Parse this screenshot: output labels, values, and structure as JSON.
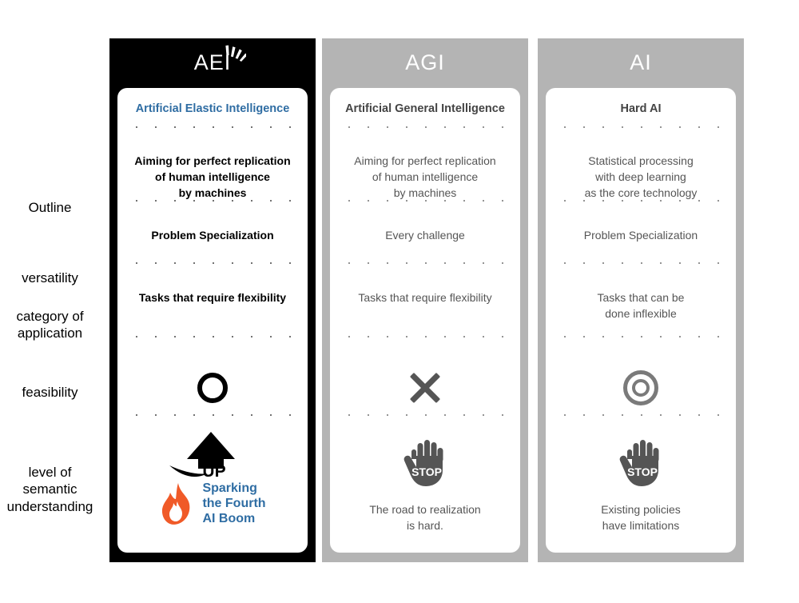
{
  "row_labels": [
    {
      "id": "outline",
      "label": "Outline"
    },
    {
      "id": "versatility",
      "label": "versatility"
    },
    {
      "id": "category",
      "label": "category of\napplication"
    },
    {
      "id": "feasibility",
      "label": "feasibility"
    },
    {
      "id": "level",
      "label": "level of\nsemantic\nunderstanding"
    }
  ],
  "colors": {
    "aei_panel": "#000000",
    "other_panel": "#b4b4b4",
    "card": "#ffffff",
    "accent_blue": "#2f6da3",
    "flame_orange": "#f05a28",
    "muted_text": "#555555",
    "icon_gray": "#555555",
    "double_circle_gray": "#7a7a7a"
  },
  "columns": [
    {
      "id": "aei",
      "title": "AEI",
      "header_icon": "sparkle-icon",
      "highlighted": true,
      "subtitle": "Artificial Elastic Intelligence",
      "outline": "Aiming for perfect replication\nof human intelligence\nby machines",
      "versatility": "Problem Specialization",
      "category": "Tasks that require flexibility",
      "feasibility_icon": "circle-open-icon",
      "level_icon": "up-arrow-icon",
      "level_icon_label": "UP",
      "level_secondary_icon": "flame-icon",
      "level_note": "Sparking\nthe Fourth\nAI Boom"
    },
    {
      "id": "agi",
      "title": "AGI",
      "header_icon": null,
      "highlighted": false,
      "subtitle": "Artificial General Intelligence",
      "outline": "Aiming for perfect replication\nof human intelligence\nby machines",
      "versatility": "Every challenge",
      "category": "Tasks that require flexibility",
      "feasibility_icon": "cross-icon",
      "level_icon": "stop-hand-icon",
      "level_icon_label": "STOP",
      "level_secondary_icon": null,
      "level_note": "The road to realization\nis hard."
    },
    {
      "id": "ai",
      "title": "AI",
      "header_icon": null,
      "highlighted": false,
      "subtitle": "Hard AI",
      "outline": "Statistical processing\nwith deep learning\nas the core technology",
      "versatility": "Problem Specialization",
      "category": "Tasks that can be\ndone inflexible",
      "feasibility_icon": "double-circle-icon",
      "level_icon": "stop-hand-icon",
      "level_icon_label": "STOP",
      "level_secondary_icon": null,
      "level_note": "Existing policies\nhave limitations"
    }
  ]
}
